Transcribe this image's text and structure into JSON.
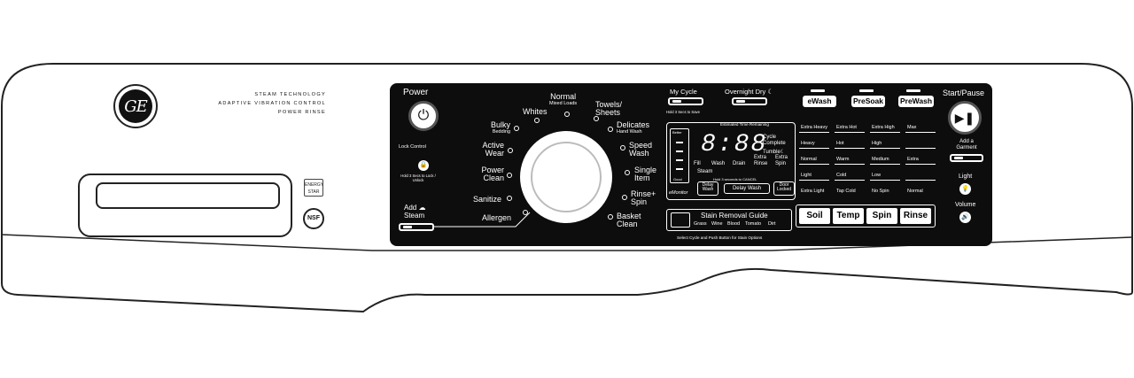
{
  "brand": {
    "logo_text": "GE"
  },
  "features": [
    "STEAM TECHNOLOGY",
    "ADAPTIVE VIBRATION CONTROL",
    "POWER RINSE"
  ],
  "certifications": {
    "energy_star": "ENERGY STAR",
    "nsf": "NSF"
  },
  "power": {
    "label": "Power",
    "icon": "power-icon",
    "lock_label": "Lock Control",
    "lock_hint": "Hold 3 Secs to Lock / Unlock"
  },
  "steam": {
    "label_line1": "Add",
    "label_line2": "Steam"
  },
  "cycles_left": [
    {
      "name": "Allergen",
      "sub": ""
    },
    {
      "name": "Sanitize",
      "sub": ""
    },
    {
      "name": "Power Clean",
      "sub": ""
    },
    {
      "name": "Active Wear",
      "sub": ""
    },
    {
      "name": "Bulky",
      "sub": "Bedding"
    },
    {
      "name": "Whites",
      "sub": ""
    },
    {
      "name": "Normal",
      "sub": "Mixed Loads"
    }
  ],
  "cycles_right": [
    {
      "name": "Towels/ Sheets",
      "sub": ""
    },
    {
      "name": "Delicates",
      "sub": "Hand Wash"
    },
    {
      "name": "Speed Wash",
      "sub": ""
    },
    {
      "name": "Single Item",
      "sub": ""
    },
    {
      "name": "Rinse+ Spin",
      "sub": ""
    },
    {
      "name": "Basket Clean",
      "sub": ""
    }
  ],
  "my_cycle": {
    "label": "My Cycle",
    "hint": "Hold 3 Secs to Save"
  },
  "overnight_dry": {
    "label": "Overnight Dry"
  },
  "top_buttons": [
    "eWash",
    "PreSoak",
    "PreWash"
  ],
  "display": {
    "time_label": "Estimated Time Remaining",
    "digits": "8:88",
    "cycle_complete": "Cycle Complete",
    "tumble": "Tumble",
    "stages": [
      "Fill",
      "Wash",
      "Drain",
      "Extra Rinse",
      "Extra Spin"
    ],
    "steam": "Steam",
    "emonitor_top": "Better",
    "emonitor_bottom": "Good",
    "emonitor_label": "eMonitor",
    "delay_wash": "Delay Wash",
    "delay_hint": "Hold 3 seconds to CANCEL",
    "delay_wash_btn": "Delay Wash",
    "door_locked": "Door Locked"
  },
  "stain_guide": {
    "title": "Stain Removal Guide",
    "stains": [
      "Grass",
      "Wine",
      "Blood",
      "Tomato",
      "Dirt"
    ],
    "hint": "Select Cycle and Push Button for Stain Options"
  },
  "options_grid": {
    "soil": [
      "Extra Heavy",
      "Heavy",
      "Normal",
      "Light",
      "Extra Light"
    ],
    "temp": [
      "Extra Hot",
      "Hot",
      "Warm",
      "Cold",
      "Tap Cold"
    ],
    "spin": [
      "Extra High",
      "High",
      "Medium",
      "Low",
      "No Spin"
    ],
    "rinse": [
      "Max",
      "",
      "Extra",
      "",
      "Normal"
    ]
  },
  "modifiers": [
    "Soil",
    "Temp",
    "Spin",
    "Rinse"
  ],
  "start": {
    "label": "Start/Pause",
    "add_garment": "Add a Garment"
  },
  "light": {
    "label": "Light"
  },
  "volume": {
    "label": "Volume"
  }
}
